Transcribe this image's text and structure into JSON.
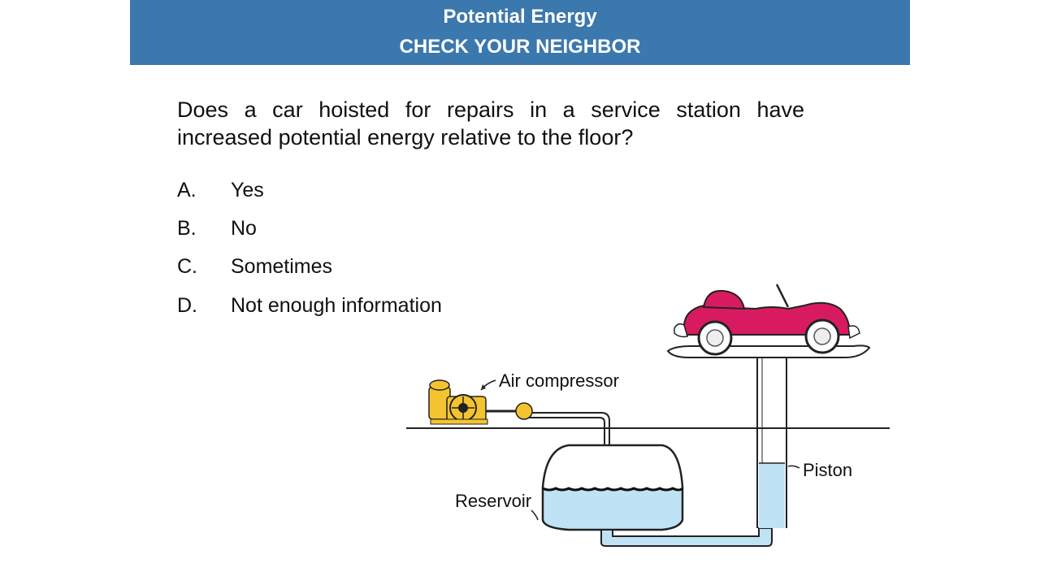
{
  "header": {
    "title": "Potential Energy",
    "subtitle": "CHECK YOUR NEIGHBOR"
  },
  "question": "Does a car hoisted for repairs in a service station have increased potential energy relative to the floor?",
  "options": [
    {
      "letter": "A.",
      "text": "Yes"
    },
    {
      "letter": "B.",
      "text": "No"
    },
    {
      "letter": "C.",
      "text": "Sometimes"
    },
    {
      "letter": "D.",
      "text": "Not enough information"
    }
  ],
  "figure": {
    "labels": {
      "compressor": "Air compressor",
      "reservoir": "Reservoir",
      "piston": "Piston"
    },
    "colors": {
      "car": "#d81b60",
      "water": "#bfe3f5",
      "compressor": "#f4c430",
      "header": "#3b78ad"
    }
  }
}
